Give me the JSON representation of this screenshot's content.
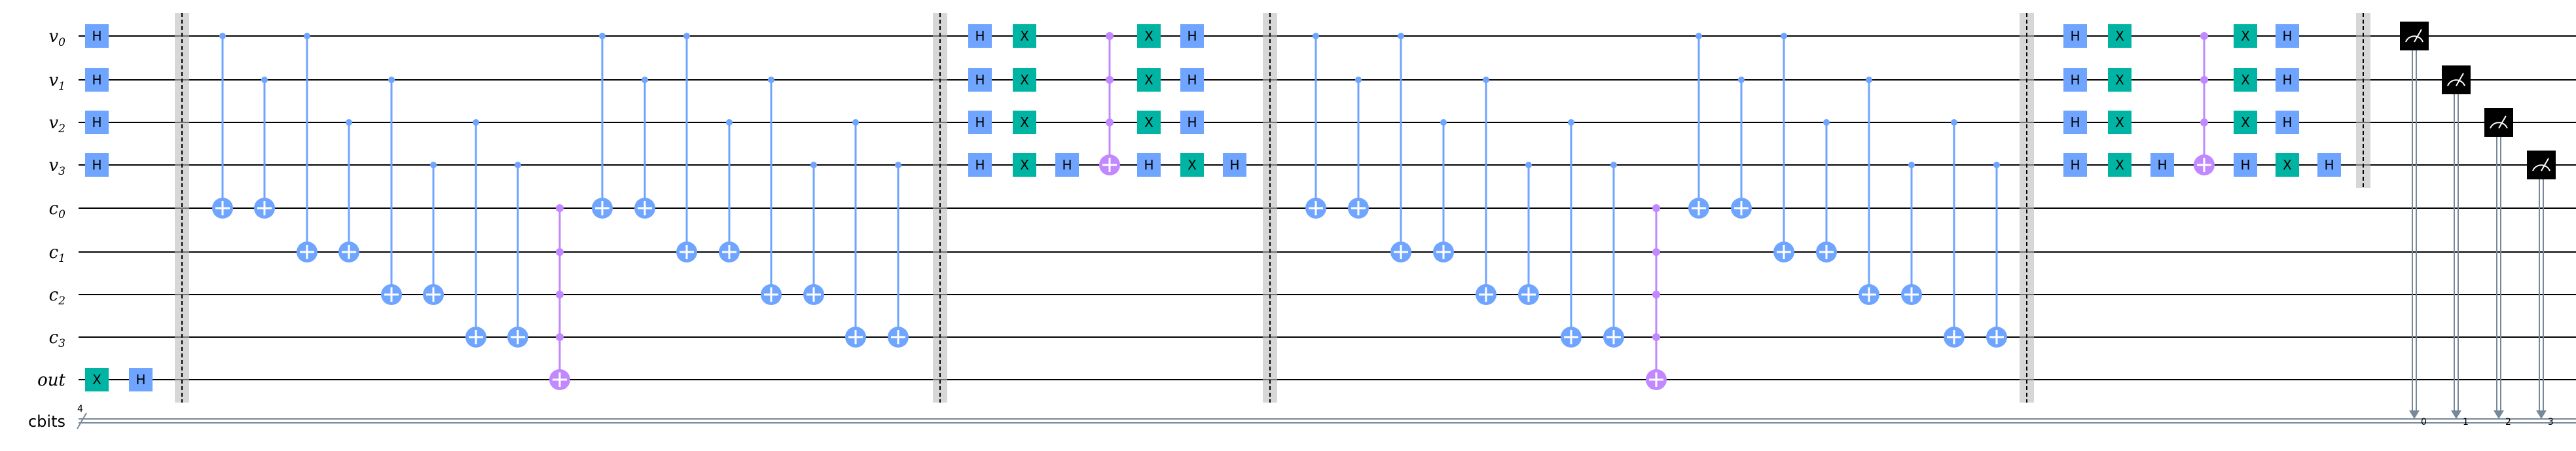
{
  "wires": {
    "quantum": [
      {
        "label": "v",
        "sub": "0"
      },
      {
        "label": "v",
        "sub": "1"
      },
      {
        "label": "v",
        "sub": "2"
      },
      {
        "label": "v",
        "sub": "3"
      },
      {
        "label": "c",
        "sub": "0"
      },
      {
        "label": "c",
        "sub": "1"
      },
      {
        "label": "c",
        "sub": "2"
      },
      {
        "label": "c",
        "sub": "3"
      },
      {
        "label": "out",
        "sub": ""
      }
    ],
    "classical": {
      "label": "cbits",
      "width": "4"
    }
  },
  "gate_labels": {
    "hadamard": "H",
    "pauli_x": "X"
  },
  "colors": {
    "hadamard": "#6fa4ff",
    "pauli_x": "#00b4a4",
    "cnot": "#6fa4ff",
    "multi_control": "#c188ff",
    "barrier": "#bdbdbd",
    "measure": "#000000",
    "wire": "#000000",
    "classical_wire": "#778899"
  },
  "measure_bits": [
    "0",
    "1",
    "2",
    "3"
  ]
}
